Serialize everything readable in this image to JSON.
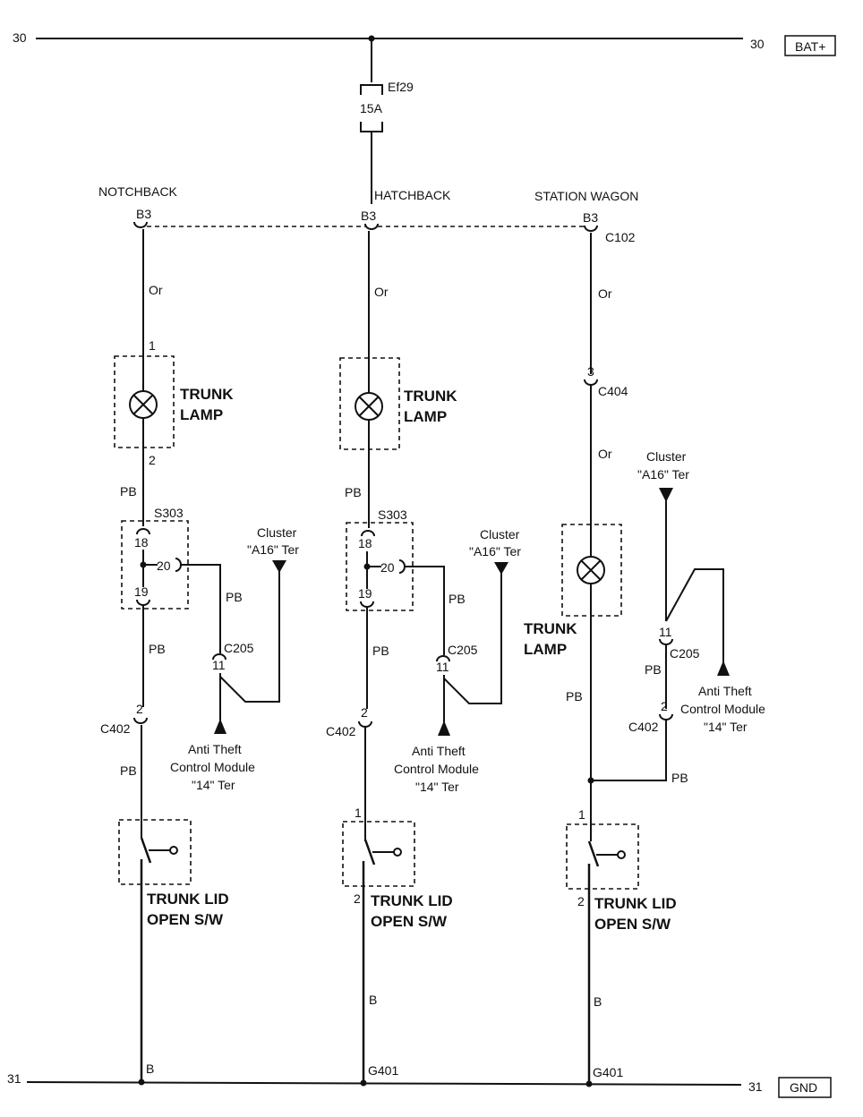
{
  "rails": {
    "top_left": "30",
    "top_right": "30",
    "bat": "BAT+",
    "bottom_left": "31",
    "bottom_right": "31",
    "gnd": "GND"
  },
  "fuse": {
    "name": "Ef29",
    "rating": "15A"
  },
  "variants": {
    "notchback": "NOTCHBACK",
    "hatchback": "HATCHBACK",
    "wagon": "STATION WAGON"
  },
  "connectors": {
    "b3": "B3",
    "c102": "C102",
    "c404": "C404",
    "c402": "C402",
    "c205": "C205",
    "s303": "S303",
    "g401": "G401"
  },
  "pins": {
    "p1": "1",
    "p2": "2",
    "p3": "3",
    "p18": "18",
    "p19": "19",
    "p20": "20",
    "p11": "11"
  },
  "wires": {
    "or": "Or",
    "pb": "PB",
    "b": "B"
  },
  "components": {
    "trunk": "TRUNK",
    "lamp": "LAMP",
    "trunk_lid": "TRUNK LID",
    "open_sw": "OPEN S/W"
  },
  "refs": {
    "cluster": "Cluster",
    "a16": "\"A16\" Ter",
    "anti_theft": "Anti Theft",
    "control_module": "Control Module",
    "ter14": "\"14\" Ter"
  }
}
